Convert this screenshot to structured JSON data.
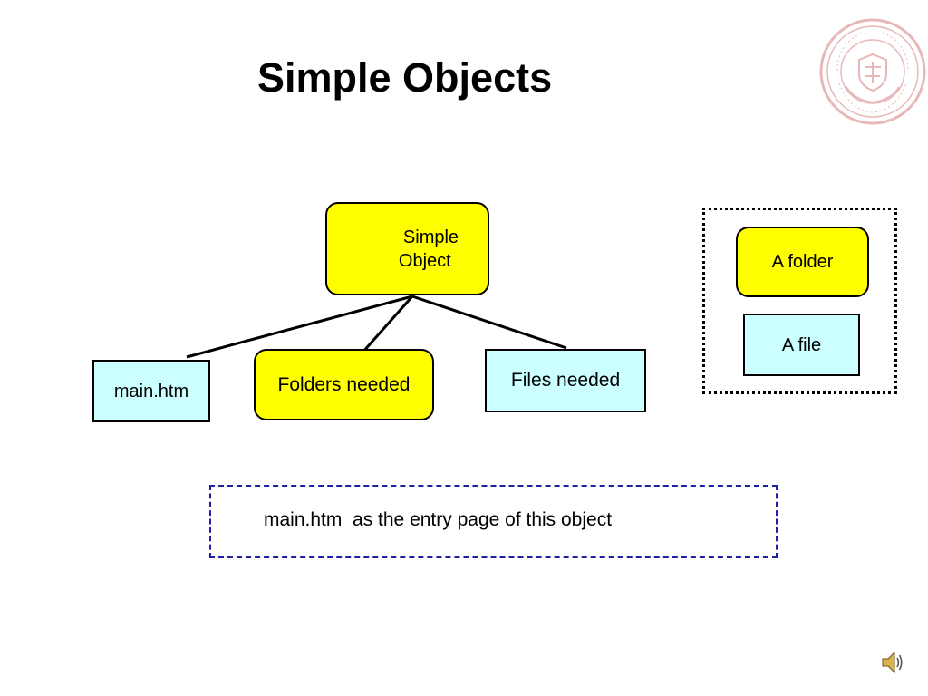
{
  "title": "Simple Objects",
  "diagram": {
    "root": {
      "line1": "Simple",
      "line2": "Object"
    },
    "children": {
      "main": "main.htm",
      "folders": "Folders needed",
      "files": "Files needed"
    }
  },
  "legend": {
    "folder": "A folder",
    "file": "A file"
  },
  "note": "main.htm  as the entry page of this object",
  "colors": {
    "folder_fill": "#ffff00",
    "file_fill": "#ccffff",
    "note_border": "#1f1fa8",
    "logo": "#e8b8b8"
  },
  "icons": {
    "logo": "university-seal-icon",
    "audio": "speaker-icon"
  }
}
